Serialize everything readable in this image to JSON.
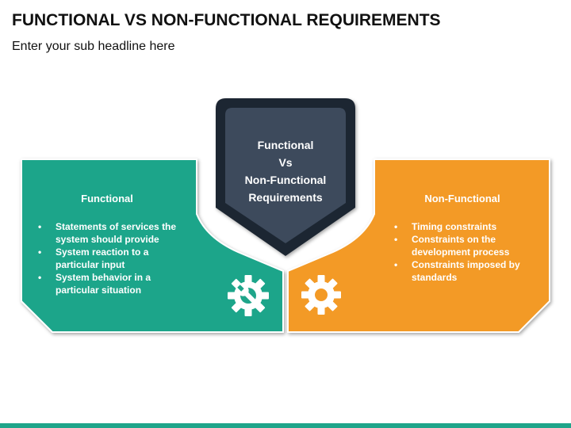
{
  "title": "FUNCTIONAL VS NON-FUNCTIONAL REQUIREMENTS",
  "subtitle": "Enter your sub headline here",
  "center": {
    "lines": [
      "Functional",
      "Vs",
      "Non-Functional",
      "Requirements"
    ]
  },
  "left_panel": {
    "title": "Functional",
    "color": "#1fa58a",
    "icon": "gear-wrench-icon",
    "items": [
      {
        "line1": "Statements of services the",
        "line2": "system should provide"
      },
      {
        "line1": "System reaction to a",
        "line2": "particular input"
      },
      {
        "line1": "System behavior in a",
        "line2": "particular situation"
      }
    ]
  },
  "right_panel": {
    "title": "Non-Functional",
    "color": "#f39a26",
    "icon": "gear-icon",
    "items": [
      {
        "line1": "Timing constraints",
        "line2": ""
      },
      {
        "line1": "Constraints on the",
        "line2": "development process"
      },
      {
        "line1": "Constraints imposed by",
        "line2": "standards"
      }
    ]
  },
  "colors": {
    "center_shield": "#3d4a5c",
    "center_shield_border": "#1f2733",
    "bottom_bar": "#1fa58a"
  }
}
